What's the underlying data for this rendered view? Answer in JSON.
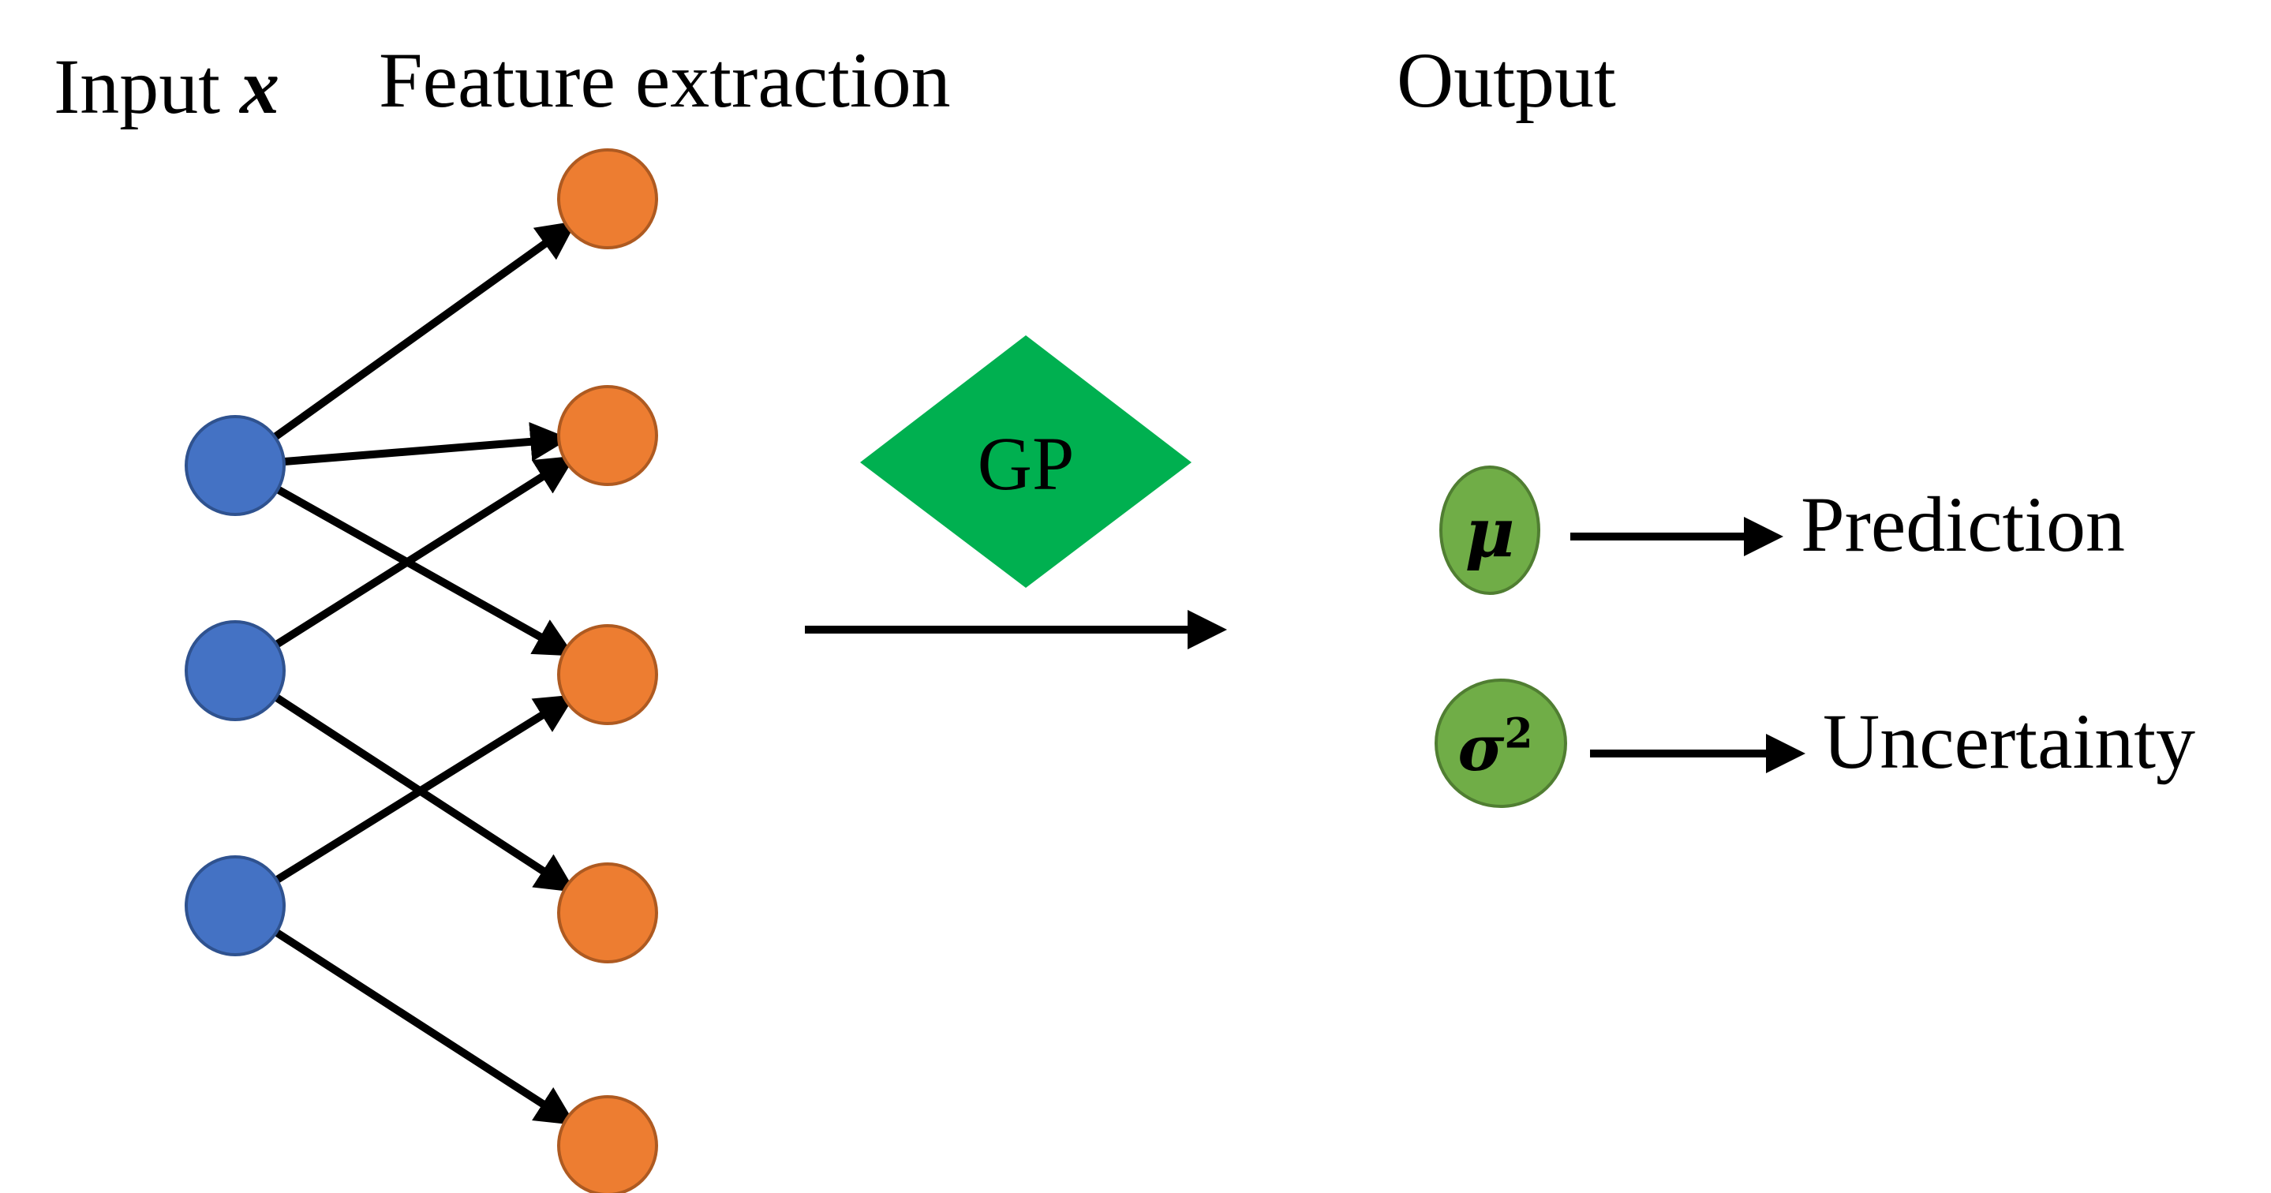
{
  "headers": {
    "input_label": "Input",
    "input_var": "x",
    "feature_label": "Feature extraction",
    "output_label": "Output"
  },
  "gp": {
    "label": "GP"
  },
  "outputs": [
    {
      "symbol": "μ",
      "superscript": "",
      "label": "Prediction"
    },
    {
      "symbol": "σ",
      "superscript": "2",
      "label": "Uncertainty"
    }
  ],
  "colors": {
    "input_node_fill": "#4472c4",
    "input_node_stroke": "#2f528f",
    "feature_node_fill": "#ed7d31",
    "feature_node_stroke": "#ae5a21",
    "gp_fill": "#00b050",
    "output_node_fill": "#70ad47",
    "output_node_stroke": "#507e32",
    "arrow": "#000000"
  },
  "network": {
    "input_count": 3,
    "feature_count": 5,
    "connections": [
      [
        0,
        0
      ],
      [
        0,
        1
      ],
      [
        0,
        2
      ],
      [
        1,
        1
      ],
      [
        1,
        3
      ],
      [
        2,
        2
      ],
      [
        2,
        4
      ]
    ]
  }
}
